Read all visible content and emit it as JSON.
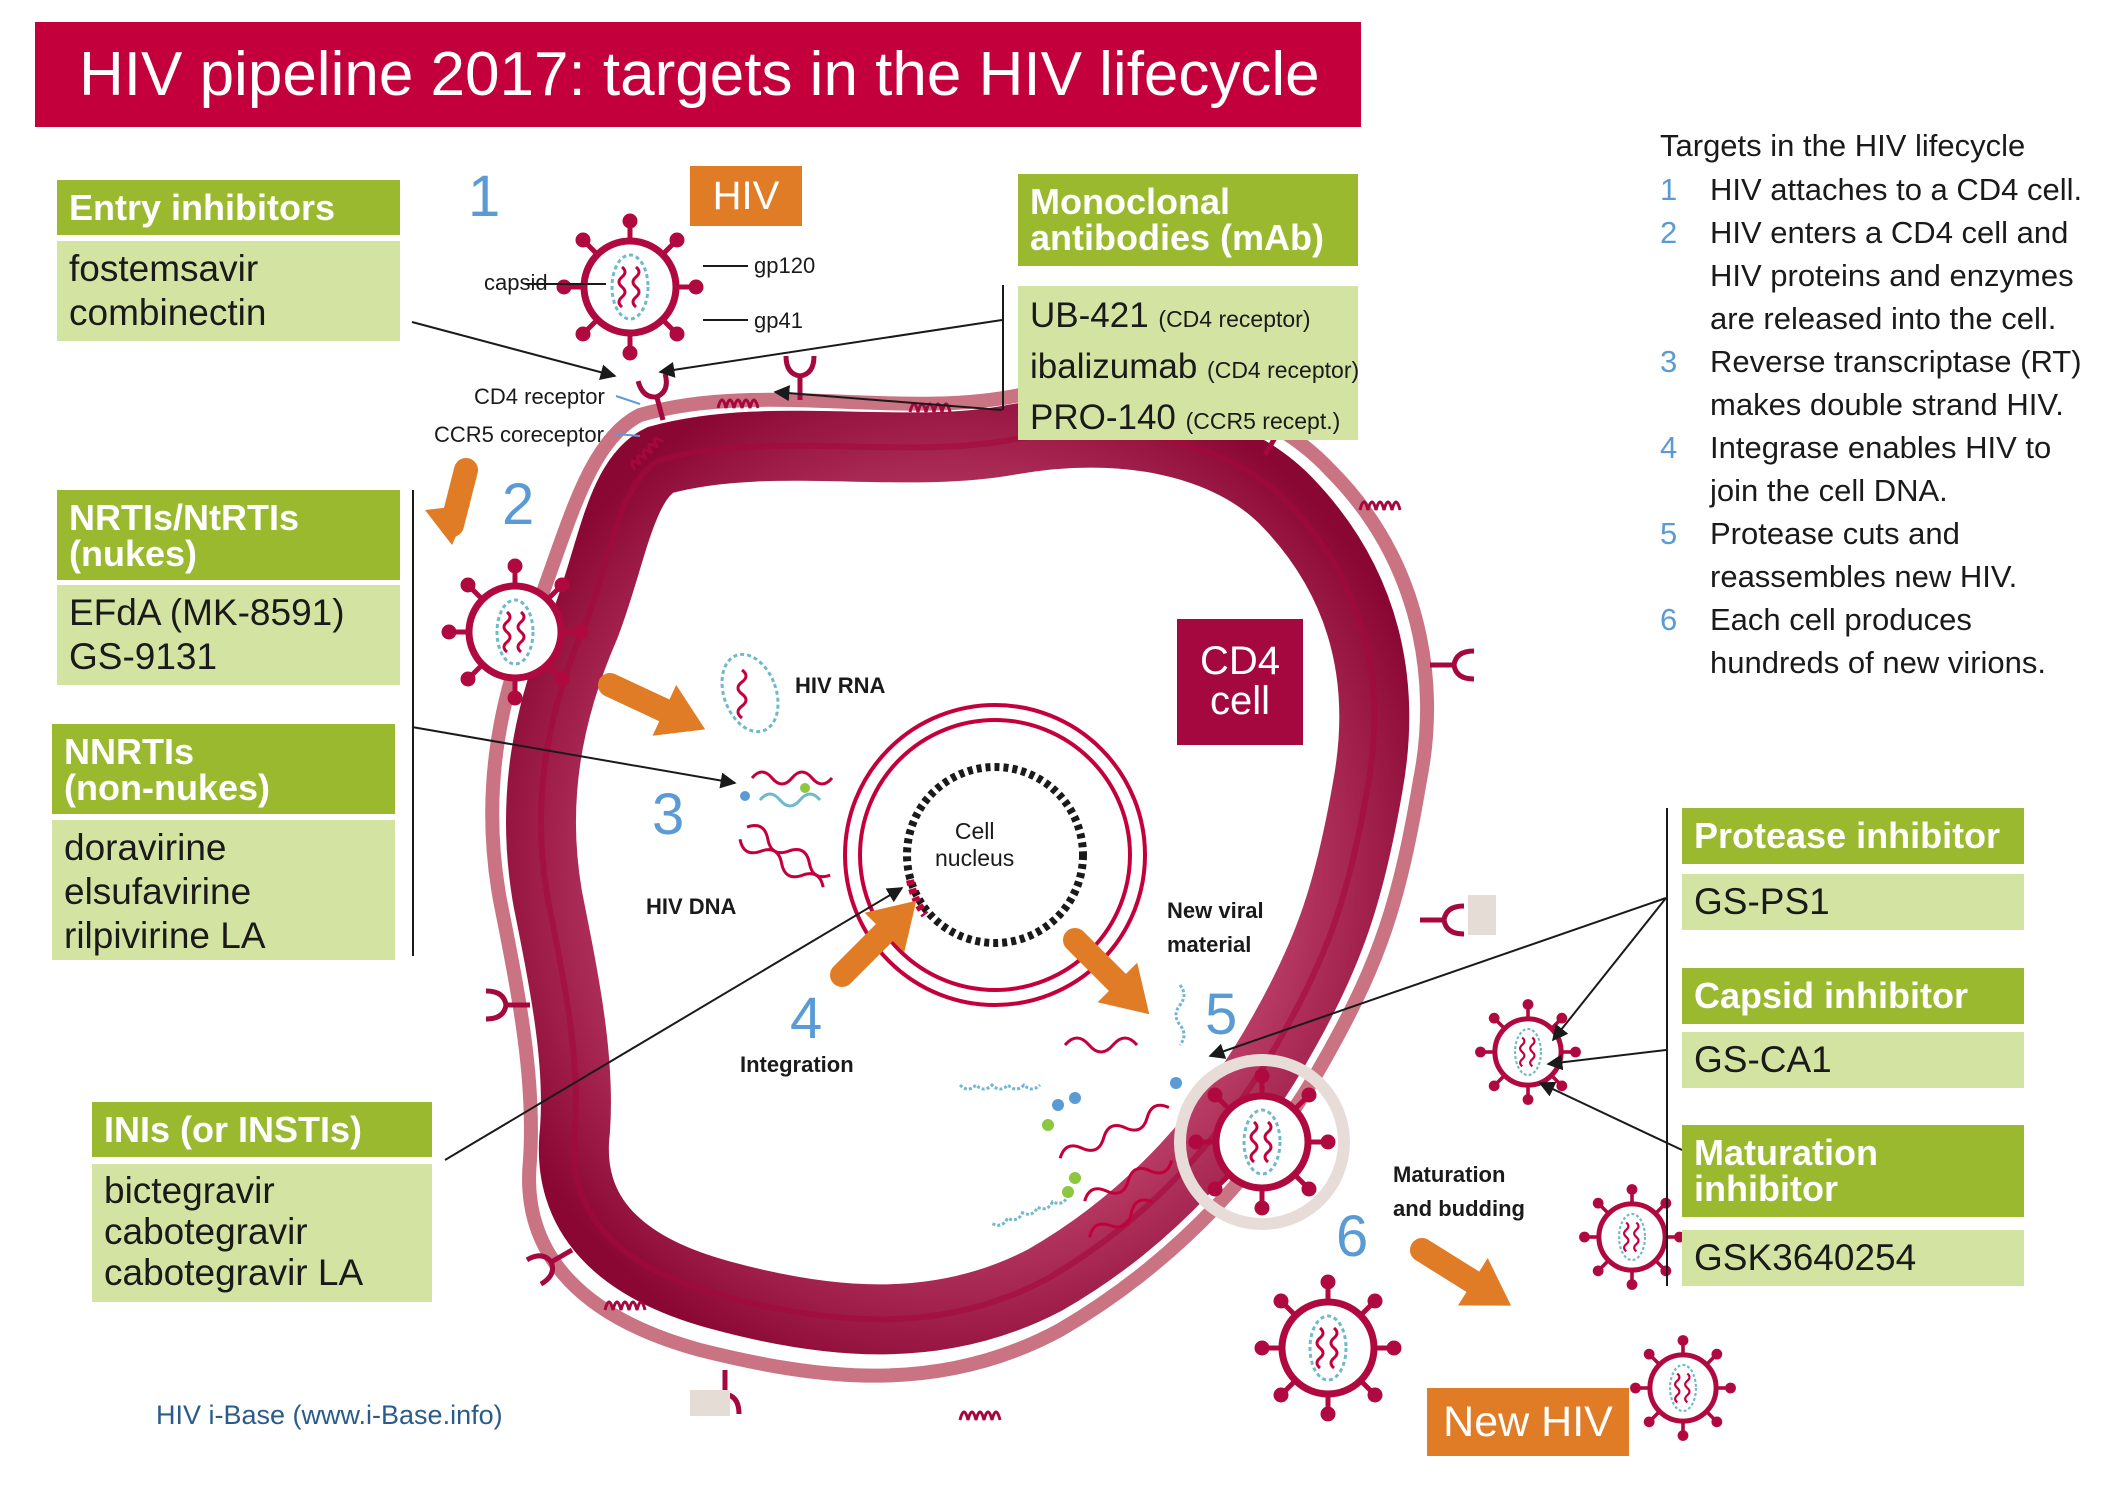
{
  "title": "HIV pipeline 2017: targets in the HIV lifecycle",
  "colors": {
    "title_bg": "#c4003c",
    "class_header": "#9ab92f",
    "drug_box": "#d3e4a2",
    "step_number": "#5b9bd5",
    "arrow": "#e07b26",
    "membrane": "#a5083e",
    "cd4_box": "#a5083e"
  },
  "legend": {
    "title": "Targets in the HIV lifecycle",
    "steps": [
      {
        "n": "1",
        "lines": [
          "HIV attaches to a CD4 cell."
        ]
      },
      {
        "n": "2",
        "lines": [
          "HIV enters a CD4 cell and",
          "HIV proteins and enzymes",
          "are released into the cell."
        ]
      },
      {
        "n": "3",
        "lines": [
          "Reverse transcriptase (RT)",
          "makes double strand HIV."
        ]
      },
      {
        "n": "4",
        "lines": [
          "Integrase enables HIV to",
          "join the cell DNA."
        ]
      },
      {
        "n": "5",
        "lines": [
          "Protease cuts and",
          "reassembles new HIV."
        ]
      },
      {
        "n": "6",
        "lines": [
          "Each cell produces",
          "hundreds of new virions."
        ]
      }
    ]
  },
  "drug_classes": {
    "entry": {
      "header": [
        "Entry inhibitors"
      ],
      "drugs": [
        "fostemsavir",
        "combinectin"
      ]
    },
    "mab": {
      "header": [
        "Monoclonal",
        "antibodies (mAb)"
      ],
      "drugs": [
        {
          "name": "UB-421",
          "note": "(CD4 receptor)"
        },
        {
          "name": "ibalizumab",
          "note": "(CD4 receptor)"
        },
        {
          "name": "PRO-140",
          "note": "(CCR5 recept.)"
        }
      ]
    },
    "nrti": {
      "header": [
        "NRTIs/NtRTIs",
        "(nukes)"
      ],
      "drugs": [
        "EFdA (MK-8591)",
        "GS-9131"
      ]
    },
    "nnrti": {
      "header": [
        "NNRTIs",
        "(non-nukes)"
      ],
      "drugs": [
        "doravirine",
        "elsufavirine",
        "rilpivirine LA"
      ]
    },
    "ini": {
      "header": [
        "INIs (or INSTIs)"
      ],
      "drugs": [
        "bictegravir",
        "cabotegravir",
        "cabotegravir LA"
      ]
    },
    "protease": {
      "header": [
        "Protease inhibitor"
      ],
      "drugs": [
        "GS-PS1"
      ]
    },
    "capsid": {
      "header": [
        "Capsid inhibitor"
      ],
      "drugs": [
        "GS-CA1"
      ]
    },
    "maturation": {
      "header": [
        "Maturation",
        "inhibitor"
      ],
      "drugs": [
        "GSK3640254"
      ]
    }
  },
  "diagram": {
    "hiv_label": "HIV",
    "new_hiv_label": "New HIV",
    "cd4_cell": [
      "CD4",
      "cell"
    ],
    "virion_labels": {
      "capsid": "capsid",
      "gp120": "gp120",
      "gp41": "gp41"
    },
    "receptor_labels": {
      "cd4": "CD4 receptor",
      "ccr5": "CCR5 coreceptor"
    },
    "hiv_rna": "HIV RNA",
    "hiv_dna": "HIV DNA",
    "nucleus": [
      "Cell",
      "nucleus"
    ],
    "new_viral_material": [
      "New viral",
      "material"
    ],
    "integration": "Integration",
    "maturation_budding": [
      "Maturation",
      "and budding"
    ],
    "step_numbers": [
      "1",
      "2",
      "3",
      "4",
      "5",
      "6"
    ]
  },
  "source": "HIV i-Base (www.i-Base.info)"
}
